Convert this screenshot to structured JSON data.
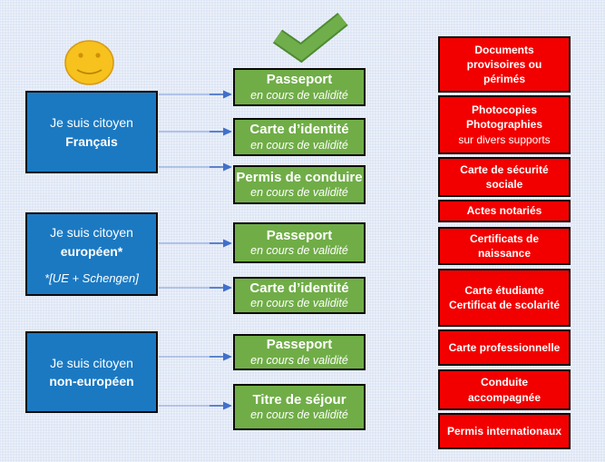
{
  "diagram": {
    "colors": {
      "background": "#d9e2f3",
      "citizen_blue": "#1b79c2",
      "valid_green": "#70ad47",
      "invalid_red": "#f20000",
      "arrow_light": "#9fb5e3",
      "arrow_dark": "#4170c9",
      "check_fill": "#6fae4b",
      "check_outline": "#4e8a33",
      "smiley_fill": "#f7c11e",
      "smiley_outline": "#d79b13"
    },
    "icons": {
      "smiley": "smiley-face",
      "checkmark": "green-checkmark"
    },
    "citizen_boxes": [
      {
        "line1": "Je suis citoyen",
        "line2": "Français",
        "note": ""
      },
      {
        "line1": "Je suis citoyen",
        "line2": "européen*",
        "note": "*[UE + Schengen]"
      },
      {
        "line1": "Je suis citoyen",
        "line2": "non-européen",
        "note": ""
      }
    ],
    "valid_boxes": [
      {
        "title": "Passeport",
        "subtitle": "en cours de validité"
      },
      {
        "title": "Carte d’identité",
        "subtitle": "en cours de validité"
      },
      {
        "title": "Permis de conduire",
        "subtitle": "en cours de validité"
      },
      {
        "title": "Passeport",
        "subtitle": "en cours de validité"
      },
      {
        "title": "Carte d’identité",
        "subtitle": "en cours de validité"
      },
      {
        "title": "Passeport",
        "subtitle": "en cours de validité"
      },
      {
        "title": "Titre de séjour",
        "subtitle": "en cours de validité"
      }
    ],
    "invalid_boxes": [
      {
        "bold": "Documents provisoires ou périmés",
        "regular": ""
      },
      {
        "bold": "Photocopies Photographies",
        "regular": "sur divers supports"
      },
      {
        "bold": "Carte de sécurité sociale",
        "regular": ""
      },
      {
        "bold": "Actes notariés",
        "regular": ""
      },
      {
        "bold": "Certificats de naissance",
        "regular": ""
      },
      {
        "bold": "Carte étudiante Certificat de scolarité",
        "regular": ""
      },
      {
        "bold": "Carte professionnelle",
        "regular": ""
      },
      {
        "bold": "Conduite accompagnée",
        "regular": ""
      },
      {
        "bold": "Permis internationaux",
        "regular": ""
      }
    ]
  }
}
